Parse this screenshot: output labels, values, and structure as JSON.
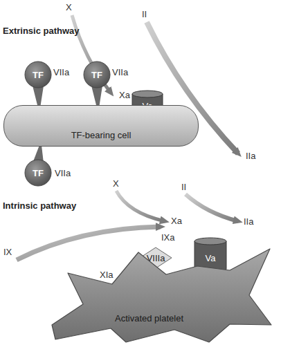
{
  "diagram": {
    "nodes": [
      {
        "text": [
          "TF"
        ]
      },
      {
        "text": [
          "TF"
        ]
      },
      {
        "text": [
          "Va"
        ]
      },
      {
        "text": [
          "TF-bearing cell"
        ]
      },
      {
        "text": [
          "TF"
        ]
      },
      {
        "text": [
          "VIIIa"
        ]
      },
      {
        "text": [
          "Va"
        ]
      },
      {
        "text": [
          "Activated platelet"
        ]
      }
    ],
    "labels": [
      "Extrinsic pathway",
      "X",
      "II",
      "Xa",
      "IIa",
      "VIIa",
      "VIIa",
      "VIIa",
      "Intrinsic pathway",
      "X",
      "II",
      "IX",
      "IXa",
      "Xa",
      "IIa",
      "XIa"
    ]
  }
}
